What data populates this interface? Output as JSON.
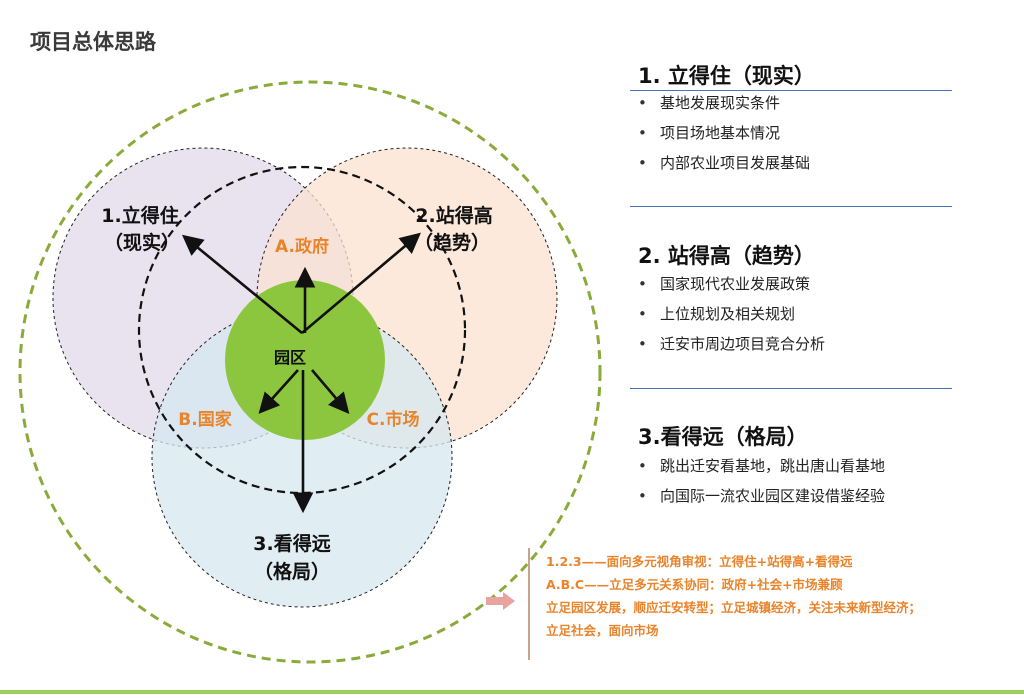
{
  "page": {
    "title": "项目总体思路"
  },
  "diagram": {
    "labels": {
      "circle1_line1": "1.立得住",
      "circle1_line2": "（现实）",
      "circle2_line1": "2.站得高",
      "circle2_line2": "（趋势）",
      "circle3_line1": "3.看得远",
      "circle3_line2": "（格局）",
      "center": "园区",
      "a": "A.政府",
      "b": "B.国家",
      "c": "C.市场"
    },
    "colors": {
      "circle1_fill": "#e6e0ec",
      "circle2_fill": "#fbe2d0",
      "circle3_fill": "#d6e8f0",
      "center_fill": "#8cc63f",
      "outer_ring": "#8aaa3a",
      "orange_text": "#e8842b"
    }
  },
  "sections": [
    {
      "heading": "1. 立得住（现实）",
      "items": [
        "基地发展现实条件",
        "项目场地基本情况",
        "内部农业项目发展基础"
      ]
    },
    {
      "heading": "2. 站得高（趋势）",
      "items": [
        "国家现代农业发展政策",
        "上位规划及相关规划",
        "迁安市周边项目竞合分析"
      ]
    },
    {
      "heading": "3.看得远（格局）",
      "items": [
        "跳出迁安看基地，跳出唐山看基地",
        "向国际一流农业园区建设借鉴经验"
      ]
    }
  ],
  "bullet_glyph": "•",
  "note": {
    "lines": [
      "1.2.3——面向多元视角审视：立得住+站得高+看得远",
      "A.B.C——立足多元关系协同：政府+社会+市场兼顾",
      "立足园区发展，顺应迁安转型；立足城镇经济，关注未来新型经济；",
      "立足社会，面向市场"
    ]
  }
}
